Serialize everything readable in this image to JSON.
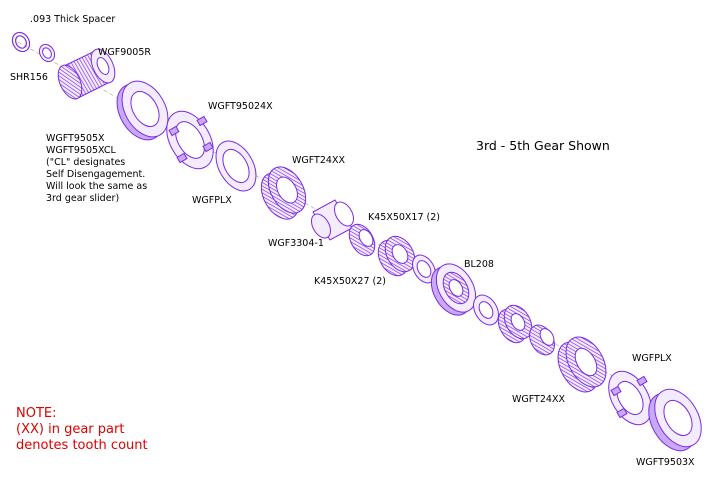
{
  "diagram": {
    "title": "3rd - 5th Gear Shown",
    "colors": {
      "part_stroke": "#7B2BE0",
      "part_fill": "#F3ECFF",
      "part_shade": "#C9A8F5",
      "axis": "#A0A0A0",
      "label": "#000000",
      "note": "#E00000"
    },
    "labels": {
      "spacer_093": ".093 Thick Spacer",
      "shr156": "SHR156",
      "wgf9005r": "WGF9005R",
      "wgft9505x_line1": "WGFT9505X",
      "wgft9505x_line2": "WGFT9505XCL",
      "wgft9505x_line3": "(\"CL\" designates",
      "wgft9505x_line4": "Self Disengagement.",
      "wgft9505x_line5": "Will look the same as",
      "wgft9505x_line6": "3rd gear slider)",
      "wgft95024x": "WGFT95024X",
      "wgfplx_1": "WGFPLX",
      "wgft24xx_1": "WGFT24XX",
      "wgf3304": "WGF3304-1",
      "k45x50x17": "K45X50X17 (2)",
      "k45x50x27": "K45X50X27 (2)",
      "bl208": "BL208",
      "wgft24xx_2": "WGFT24XX",
      "wgfplx_2": "WGFPLX",
      "wgft9503x": "WGFT9503X"
    },
    "note": {
      "line1": "NOTE:",
      "line2": "(XX) in gear part",
      "line3": "denotes tooth count"
    }
  }
}
